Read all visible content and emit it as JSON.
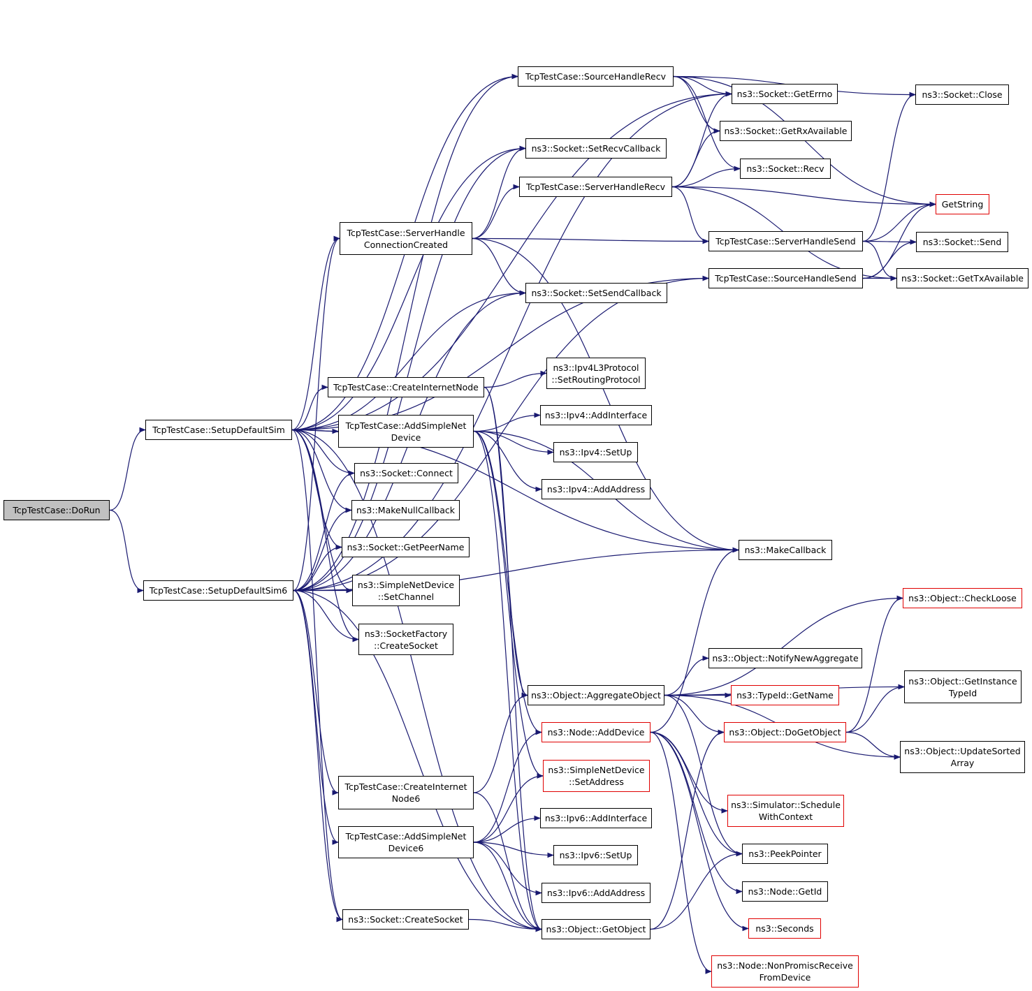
{
  "colors": {
    "edge": "#191970",
    "node_border": "#000000",
    "truncated_border": "#ff0000",
    "root_fill": "#bfbfbf"
  },
  "nodes": {
    "dorun": "TcpTestCase::DoRun",
    "setupsim": "TcpTestCase::SetupDefaultSim",
    "setupsim6": "TcpTestCase::SetupDefaultSim6",
    "srcrecv": "TcpTestCase::SourceHandleRecv",
    "setrecvcb": "ns3::Socket::SetRecvCallback",
    "srvrecv": "TcpTestCase::ServerHandleRecv",
    "srvconn": "TcpTestCase::ServerHandle\nConnectionCreated",
    "setsendcb": "ns3::Socket::SetSendCallback",
    "createinet": "TcpTestCase::CreateInternetNode",
    "setrouting": "ns3::Ipv4L3Protocol\n::SetRoutingProtocol",
    "addsimple": "TcpTestCase::AddSimpleNet\nDevice",
    "ipv4addif": "ns3::Ipv4::AddInterface",
    "ipv4setup": "ns3::Ipv4::SetUp",
    "ipv4addaddr": "ns3::Ipv4::AddAddress",
    "connect": "ns3::Socket::Connect",
    "makenull": "ns3::MakeNullCallback",
    "getpeer": "ns3::Socket::GetPeerName",
    "setchannel": "ns3::SimpleNetDevice\n::SetChannel",
    "sockfactory": "ns3::SocketFactory\n::CreateSocket",
    "aggregate": "ns3::Object::AggregateObject",
    "adddevice": "ns3::Node::AddDevice",
    "setaddress": "ns3::SimpleNetDevice\n::SetAddress",
    "createinet6": "TcpTestCase::CreateInternet\nNode6",
    "addsimple6": "TcpTestCase::AddSimpleNet\nDevice6",
    "ipv6addif": "ns3::Ipv6::AddInterface",
    "ipv6setup": "ns3::Ipv6::SetUp",
    "ipv6addaddr": "ns3::Ipv6::AddAddress",
    "createsock": "ns3::Socket::CreateSocket",
    "getobject": "ns3::Object::GetObject",
    "geterrno": "ns3::Socket::GetErrno",
    "getrxavail": "ns3::Socket::GetRxAvailable",
    "recv": "ns3::Socket::Recv",
    "srvsend": "TcpTestCase::ServerHandleSend",
    "srcsend": "TcpTestCase::SourceHandleSend",
    "makecallback": "ns3::MakeCallback",
    "notifyagg": "ns3::Object::NotifyNewAggregate",
    "typeidname": "ns3::TypeId::GetName",
    "dogetobject": "ns3::Object::DoGetObject",
    "schedctx": "ns3::Simulator::Schedule\nWithContext",
    "peekptr": "ns3::PeekPointer",
    "nodegetid": "ns3::Node::GetId",
    "seconds": "ns3::Seconds",
    "nonpromisc": "ns3::Node::NonPromiscReceive\nFromDevice",
    "close": "ns3::Socket::Close",
    "getstring": "GetString",
    "send": "ns3::Socket::Send",
    "gettxavail": "ns3::Socket::GetTxAvailable",
    "checkloose": "ns3::Object::CheckLoose",
    "getinsttype": "ns3::Object::GetInstance\nTypeId",
    "updatesorted": "ns3::Object::UpdateSorted\nArray"
  }
}
